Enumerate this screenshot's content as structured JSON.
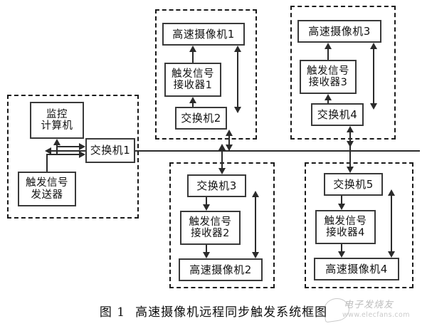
{
  "figure": {
    "caption_number": "图 1",
    "caption_text": "高速摄像机远程同步触发系统框图"
  },
  "watermark": {
    "text": "电子发烧友",
    "url": "www.elecfans.com"
  },
  "regions": {
    "control_station": "control-station-group",
    "camera_unit_1": "camera-unit-1-group",
    "camera_unit_3": "camera-unit-3-group",
    "camera_unit_2": "camera-unit-2-group",
    "camera_unit_4": "camera-unit-4-group"
  },
  "nodes": {
    "monitor_computer": "监控\n计算机",
    "trigger_sender": "触发信号\n发送器",
    "switch_1": "交换机1",
    "camera_1": "高速摄像机1",
    "trigger_receiver_1": "触发信号\n接收器1",
    "switch_2": "交换机2",
    "camera_3": "高速摄像机3",
    "trigger_receiver_3": "触发信号\n接收器3",
    "switch_4": "交换机4",
    "switch_3": "交换机3",
    "trigger_receiver_2": "触发信号\n接收器2",
    "camera_2": "高速摄像机2",
    "switch_5": "交换机5",
    "trigger_receiver_4": "触发信号\n接收器4",
    "camera_4": "高速摄像机4"
  },
  "colors": {
    "line": "#2b2b2b",
    "node_border": "#3a3a3a",
    "region_border": "#1a1a1a",
    "background": "#ffffff"
  }
}
